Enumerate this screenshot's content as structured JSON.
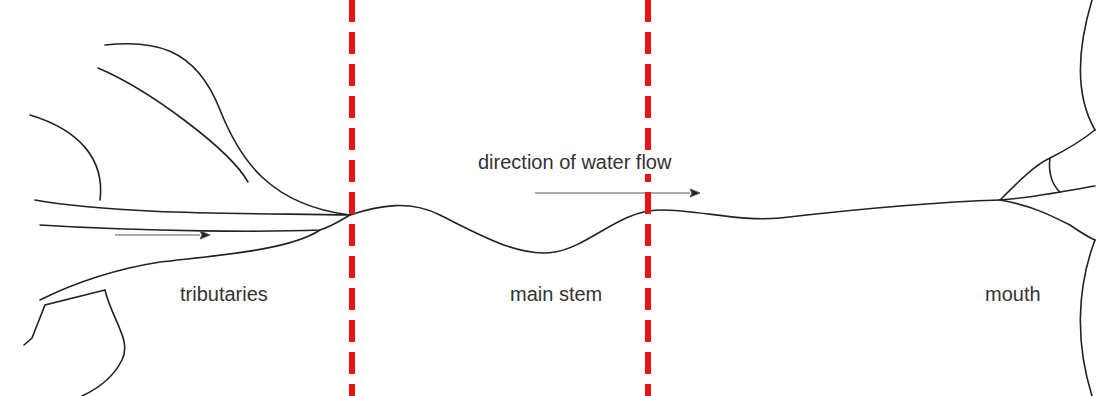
{
  "diagram": {
    "labels": [
      "direction of water flow",
      "tributaries",
      "main stem",
      "mouth"
    ]
  }
}
